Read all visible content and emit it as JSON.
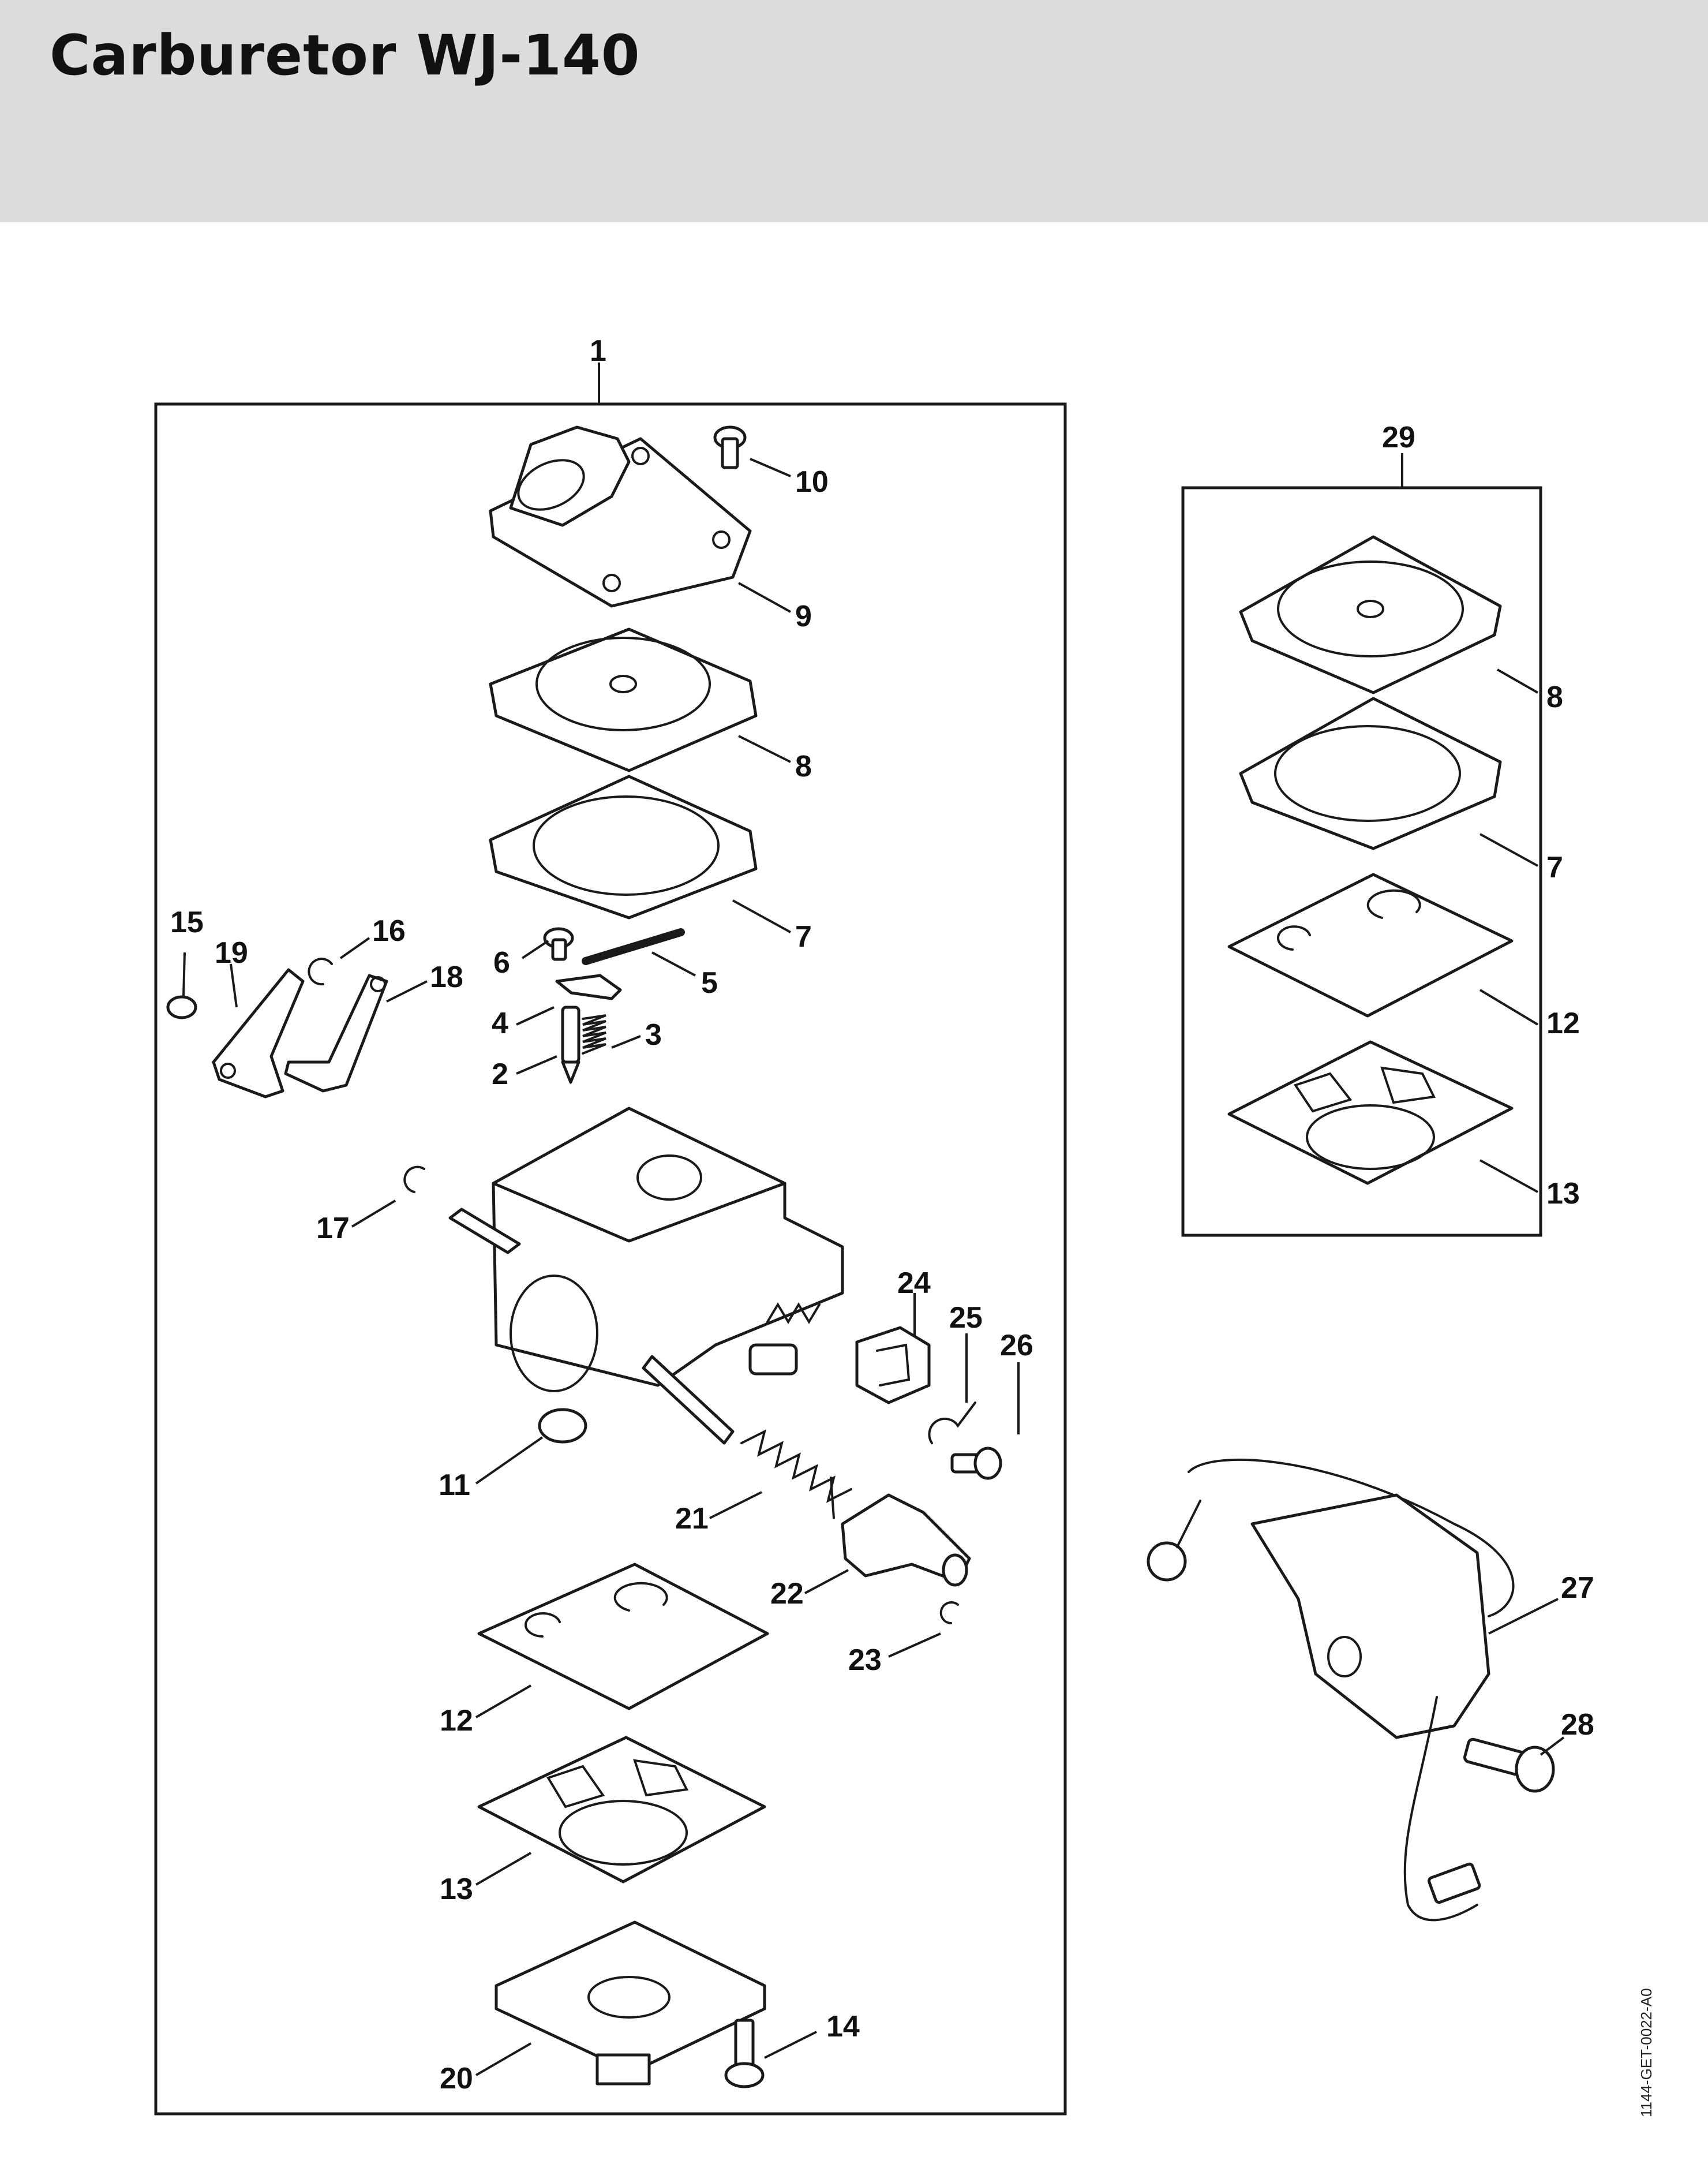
{
  "header": {
    "title": "Carburetor WJ-140"
  },
  "reference_code": "1144-GET-0022-A0",
  "colors": {
    "header_bg": "#dcdcdc",
    "line": "#1a1a1a"
  },
  "callouts": [
    "1",
    "10",
    "9",
    "8",
    "7",
    "15",
    "16",
    "19",
    "18",
    "6",
    "5",
    "4",
    "3",
    "2",
    "17",
    "24",
    "25",
    "26",
    "11",
    "21",
    "22",
    "23",
    "12",
    "13",
    "14",
    "20",
    "29",
    "8",
    "7",
    "12",
    "13",
    "27",
    "28"
  ]
}
